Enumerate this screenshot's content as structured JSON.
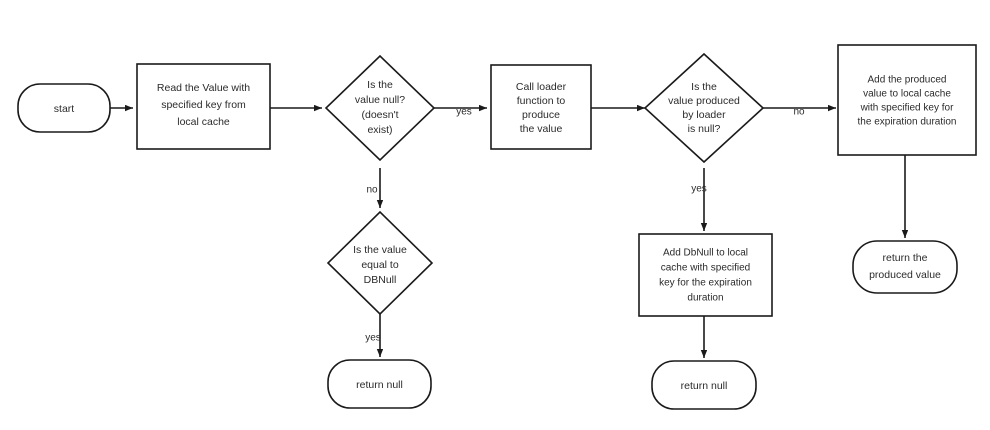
{
  "diagram": {
    "type": "flowchart",
    "title": "",
    "background_color": "#ffffff",
    "stroke_color": "#1a1a1a",
    "text_color": "#2b2b2b",
    "nodes": [
      {
        "id": "start",
        "shape": "terminator",
        "lines": [
          "start"
        ]
      },
      {
        "id": "read-value",
        "shape": "process",
        "lines": [
          "Read the Value with",
          "specified key from",
          "local cache"
        ]
      },
      {
        "id": "is-value-null",
        "shape": "decision",
        "lines": [
          "Is the",
          "value null?",
          "(doesn't",
          "exist)"
        ]
      },
      {
        "id": "call-loader",
        "shape": "process",
        "lines": [
          "Call loader",
          "function to",
          "produce",
          "the value"
        ]
      },
      {
        "id": "is-produced-null",
        "shape": "decision",
        "lines": [
          "Is the",
          "value produced",
          "by loader",
          "is null?"
        ]
      },
      {
        "id": "add-produced-value",
        "shape": "process",
        "lines": [
          "Add the produced",
          "value to local cache",
          "with specified key for",
          "the expiration duration"
        ]
      },
      {
        "id": "is-value-dbnull",
        "shape": "decision",
        "lines": [
          "Is the value",
          "equal to",
          "DBNull"
        ]
      },
      {
        "id": "add-dbnull",
        "shape": "process",
        "lines": [
          "Add DbNull to local",
          "cache with specified",
          "key for the expiration",
          "duration"
        ]
      },
      {
        "id": "return-null-left",
        "shape": "terminator",
        "lines": [
          "return null"
        ]
      },
      {
        "id": "return-null-middle",
        "shape": "terminator",
        "lines": [
          "return null"
        ]
      },
      {
        "id": "return-produced-value",
        "shape": "terminator",
        "lines": [
          "return the",
          "produced value"
        ]
      }
    ],
    "edges": [
      {
        "id": "start-to-read",
        "from": "start",
        "to": "read-value",
        "label": ""
      },
      {
        "id": "read-to-isnull",
        "from": "read-value",
        "to": "is-value-null",
        "label": ""
      },
      {
        "id": "isnull-yes-to-loader",
        "from": "is-value-null",
        "to": "call-loader",
        "label": "yes"
      },
      {
        "id": "isnull-no-to-dbnull",
        "from": "is-value-null",
        "to": "is-value-dbnull",
        "label": "no"
      },
      {
        "id": "loader-to-producednull",
        "from": "call-loader",
        "to": "is-produced-null",
        "label": ""
      },
      {
        "id": "producednull-no-to-addvalue",
        "from": "is-produced-null",
        "to": "add-produced-value",
        "label": "no"
      },
      {
        "id": "producednull-yes-to-adddbnull",
        "from": "is-produced-null",
        "to": "add-dbnull",
        "label": "yes"
      },
      {
        "id": "dbnull-yes-to-returnnull",
        "from": "is-value-dbnull",
        "to": "return-null-left",
        "label": "yes"
      },
      {
        "id": "adddbnull-to-returnnull",
        "from": "add-dbnull",
        "to": "return-null-middle",
        "label": ""
      },
      {
        "id": "addvalue-to-returnproduced",
        "from": "add-produced-value",
        "to": "return-produced-value",
        "label": ""
      }
    ]
  }
}
